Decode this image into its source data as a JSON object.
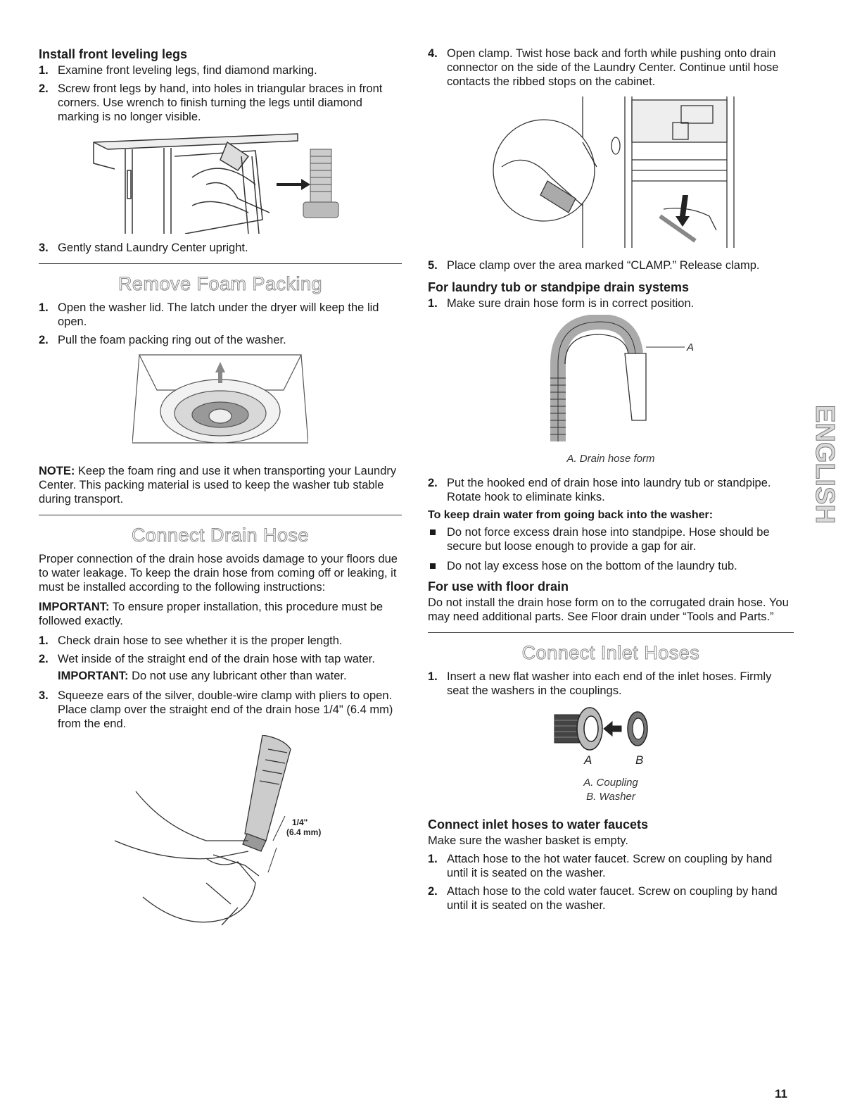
{
  "left": {
    "legs_heading": "Install front leveling legs",
    "legs_steps": [
      {
        "n": "1.",
        "text": "Examine front leveling legs, find diamond marking."
      },
      {
        "n": "2.",
        "text": "Screw front legs by hand, into holes in triangular braces in front corners. Use wrench to finish turning the legs until diamond marking is no longer visible."
      },
      {
        "n": "3.",
        "text": "Gently stand Laundry Center upright."
      }
    ],
    "foam_title": "Remove Foam Packing",
    "foam_steps": [
      {
        "n": "1.",
        "text": "Open the washer lid. The latch under the dryer will keep the lid open."
      },
      {
        "n": "2.",
        "text": "Pull the foam packing ring out of the washer."
      }
    ],
    "foam_note_label": "NOTE:",
    "foam_note_text": " Keep the foam ring and use it when transporting your Laundry Center. This packing material is used to keep the washer tub stable during transport.",
    "drain_title": "Connect Drain Hose",
    "drain_intro": "Proper connection of the drain hose avoids damage to your floors due to water leakage. To keep the drain hose from coming off or leaking, it must be installed according to the following instructions:",
    "drain_important_label": "IMPORTANT:",
    "drain_important_text": " To ensure proper installation, this procedure must be followed exactly.",
    "drain_steps": [
      {
        "n": "1.",
        "text": "Check drain hose to see whether it is the proper length."
      },
      {
        "n": "2.",
        "text": "Wet inside of the straight end of the drain hose with tap water."
      },
      {
        "n": "3.",
        "text": "Squeeze ears of the silver, double-wire clamp with pliers to open. Place clamp over the straight end of the drain hose 1/4\" (6.4 mm) from the end."
      }
    ],
    "drain_step2_important_label": "IMPORTANT:",
    "drain_step2_important_text": " Do not use any lubricant other than water.",
    "clamp_fig_label_1": "1/4\"",
    "clamp_fig_label_2": "(6.4 mm)"
  },
  "right": {
    "steps_top": [
      {
        "n": "4.",
        "text": "Open clamp. Twist hose back and forth while pushing onto drain connector on the side of the Laundry Center. Continue until hose contacts the ribbed stops on the cabinet."
      },
      {
        "n": "5.",
        "text": "Place clamp over the area marked “CLAMP.” Release clamp."
      }
    ],
    "tub_heading": "For laundry tub or standpipe drain systems",
    "tub_steps": [
      {
        "n": "1.",
        "text": "Make sure drain hose form is in correct position."
      },
      {
        "n": "2.",
        "text": "Put the hooked end of drain hose into laundry tub or standpipe. Rotate hook to eliminate kinks."
      }
    ],
    "hose_fig_letter": "A",
    "hose_caption": "A. Drain hose form",
    "keep_heading": "To keep drain water from going back into the washer:",
    "bullets": [
      "Do not force excess drain hose into standpipe. Hose should be secure but loose enough to provide a gap for air.",
      "Do not lay excess hose on the bottom of the laundry tub."
    ],
    "floor_heading": "For use with floor drain",
    "floor_text": "Do not install the drain hose form on to the corrugated drain hose. You may need additional parts. See Floor drain under “Tools and Parts.”",
    "inlet_title": "Connect Inlet Hoses",
    "inlet_steps": [
      {
        "n": "1.",
        "text": "Insert a new flat washer into each end of the inlet hoses. Firmly seat the washers in the couplings."
      }
    ],
    "coupling_letter_a": "A",
    "coupling_letter_b": "B",
    "coupling_caption_a": "A. Coupling",
    "coupling_caption_b": "B. Washer",
    "faucet_heading": "Connect inlet hoses to water faucets",
    "faucet_intro": "Make sure the washer basket is empty.",
    "faucet_steps": [
      {
        "n": "1.",
        "text": "Attach hose to the hot water faucet. Screw on coupling by hand until it is seated on the washer."
      },
      {
        "n": "2.",
        "text": "Attach hose to the cold water faucet. Screw on coupling by hand until it is seated on the washer."
      }
    ]
  },
  "side_tab": "ENGLISH",
  "page_number": "11"
}
